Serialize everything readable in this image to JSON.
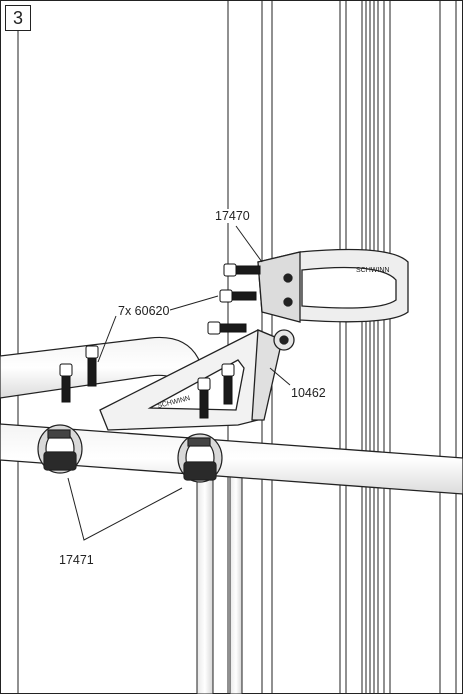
{
  "step": {
    "number": "3"
  },
  "callouts": {
    "clamp_upper": "17470",
    "screws": "7x 60620",
    "bracket": "10462",
    "clamps_lower": "17471"
  },
  "brand": {
    "mark": "SCHWINN"
  },
  "colors": {
    "line": "#222222",
    "fill_metal": "#d8d8d8",
    "fill_dark": "#1a1a1a",
    "background": "#ffffff"
  }
}
